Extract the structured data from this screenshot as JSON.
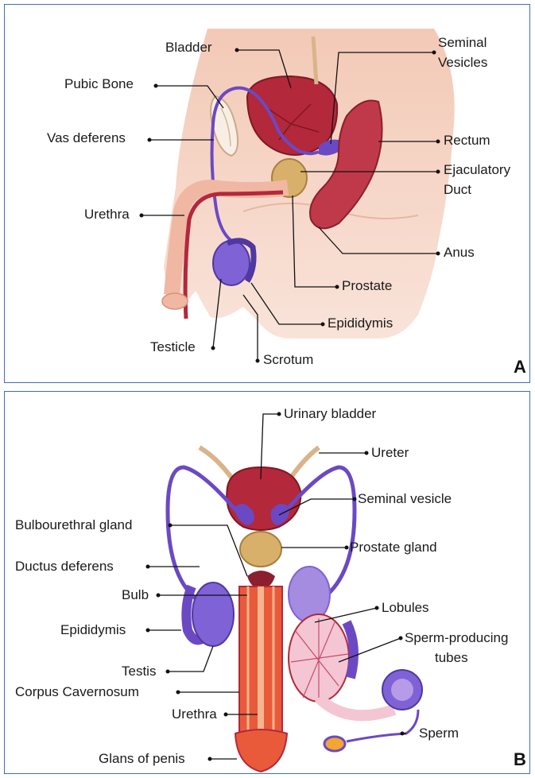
{
  "panel_a": {
    "letter": "A",
    "labels": {
      "bladder": "Bladder",
      "seminal_vesicles_1": "Seminal",
      "seminal_vesicles_2": "Vesicles",
      "pubic_bone": "Pubic Bone",
      "vas_deferens": "Vas deferens",
      "rectum": "Rectum",
      "ejaculatory_duct_1": "Ejaculatory",
      "ejaculatory_duct_2": "Duct",
      "urethra": "Urethra",
      "anus": "Anus",
      "prostate": "Prostate",
      "epididymis": "Epididymis",
      "testicle": "Testicle",
      "scrotum": "Scrotum"
    }
  },
  "panel_b": {
    "letter": "B",
    "labels": {
      "urinary_bladder": "Urinary bladder",
      "ureter": "Ureter",
      "seminal_vesicle": "Seminal vesicle",
      "bulbourethral_gland": "Bulbourethral gland",
      "prostate_gland": "Prostate gland",
      "ductus_deferens": "Ductus deferens",
      "bulb": "Bulb",
      "lobules": "Lobules",
      "epididymis": "Epididymis",
      "sperm_producing_1": "Sperm-producing",
      "sperm_producing_2": "tubes",
      "testis": "Testis",
      "corpus_cavernosum": "Corpus Cavernosum",
      "urethra": "Urethra",
      "sperm": "Sperm",
      "glans_of_penis": "Glans of penis"
    }
  },
  "colors": {
    "border": "#3f6fb5",
    "skin": "#f2c6b4",
    "bladder": "#b3283a",
    "vas": "#6b49c4",
    "prostate": "#d9b06a"
  }
}
